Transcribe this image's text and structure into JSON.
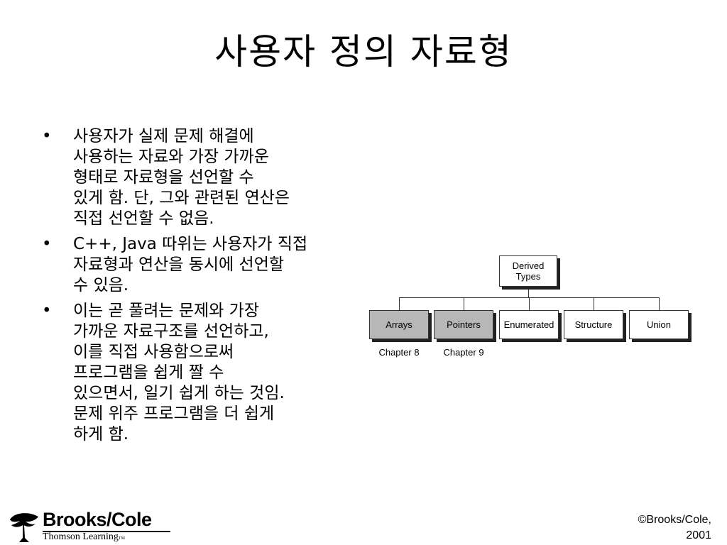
{
  "slide": {
    "title": "사용자 정의 자료형",
    "bullets": [
      "사용자가 실제 문제 해결에\n사용하는 자료와 가장 가까운\n형태로 자료형을 선언할 수\n있게 함. 단, 그와 관련된 연산은\n직접 선언할 수 없음.",
      "C++, Java 따위는 사용자가 직접\n자료형과 연산을 동시에 선언할\n수 있음.",
      "이는 곧 풀려는 문제와 가장\n가까운 자료구조를 선언하고,\n이를 직접 사용함으로써\n프로그램을 쉽게 짤 수\n있으면서, 일기 쉽게 하는 것임.\n문제 위주 프로그램을 더 쉽게\n하게 함."
    ],
    "bullet_symbol": "•"
  },
  "diagram": {
    "root": "Derived\nTypes",
    "children": [
      {
        "label": "Arrays",
        "highlighted": true,
        "chapter": "Chapter 8"
      },
      {
        "label": "Pointers",
        "highlighted": true,
        "chapter": "Chapter 9"
      },
      {
        "label": "Enumerated",
        "highlighted": false,
        "chapter": ""
      },
      {
        "label": "Structure",
        "highlighted": false,
        "chapter": ""
      },
      {
        "label": "Union",
        "highlighted": false,
        "chapter": ""
      }
    ],
    "highlight_color": "#b7b7b7"
  },
  "footer": {
    "logo_brand": "Brooks/Cole",
    "logo_sub": "Thomson Learning",
    "logo_tm": "TM",
    "logo_icon": "tree-icon",
    "copyright_line1": "©Brooks/Cole,",
    "copyright_line2": "2001"
  }
}
